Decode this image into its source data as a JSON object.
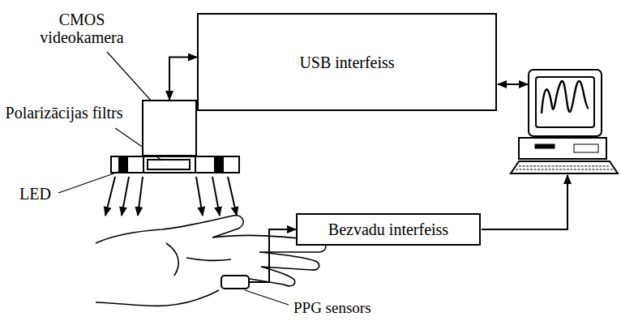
{
  "diagram": {
    "nodes": [
      {
        "text": [
          "CMOS videokamera"
        ]
      },
      {
        "text": [
          "USB interfeiss"
        ]
      },
      {
        "text": [
          "Bezvadu interfeiss"
        ]
      },
      {
        "text": [
          "PPG sensors"
        ]
      }
    ],
    "edges": [
      {
        "from": 0,
        "to": 1,
        "arrow": "both"
      },
      {
        "from": 3,
        "to": 2,
        "arrow": "to"
      }
    ],
    "labels": [
      "Polarizācijas filtrs",
      "LED"
    ]
  }
}
